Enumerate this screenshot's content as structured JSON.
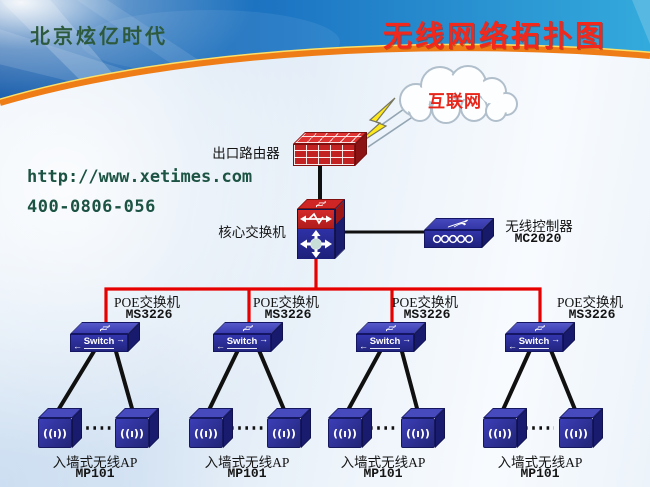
{
  "header": {
    "brand": "北京炫亿时代",
    "title": "无线网络拓扑图"
  },
  "contact": {
    "url": "http://www.xetimes.com",
    "phone": "400-0806-056"
  },
  "topology": {
    "internet_label": "互联网",
    "router_label": "出口路由器",
    "core_switch_label": "核心交换机",
    "controller_label": "无线控制器",
    "controller_model": "MC2020",
    "switch_device_text": "Switch",
    "wifi_glyph": "((ı))",
    "groups": [
      {
        "switch_label": "POE交换机",
        "switch_model": "MS3226",
        "ap_label": "入墙式无线AP",
        "ap_model": "MP101"
      },
      {
        "switch_label": "POE交换机",
        "switch_model": "MS3226",
        "ap_label": "入墙式无线AP",
        "ap_model": "MP101"
      },
      {
        "switch_label": "POE交换机",
        "switch_model": "MS3226",
        "ap_label": "入墙式无线AP",
        "ap_model": "MP101"
      },
      {
        "switch_label": "POE交换机",
        "switch_model": "MS3226",
        "ap_label": "入墙式无线AP",
        "ap_model": "MP101"
      }
    ]
  },
  "colors": {
    "title_red": "#f3281c",
    "brand_green": "#2d5a3d",
    "contact_green": "#1c5343",
    "trunk_red": "#e60000",
    "device_blue": "#2c2fa2",
    "router_red": "#c32222",
    "stripe_orange": "#ee7d17",
    "header_blue_left": "#1258a8",
    "header_blue_right": "#33aadc"
  }
}
